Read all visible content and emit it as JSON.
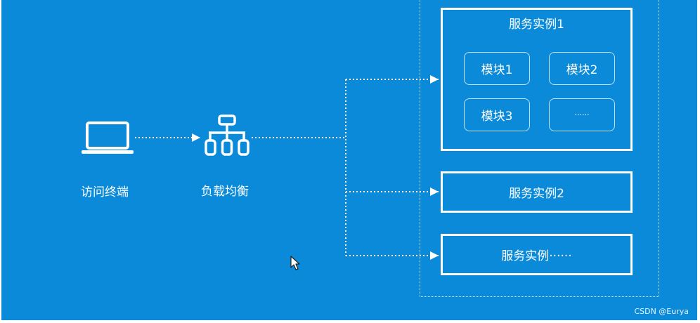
{
  "nodes": {
    "client": {
      "label": "访问终端",
      "icon": "laptop-icon"
    },
    "load_balancer": {
      "label": "负载均衡",
      "icon": "network-hierarchy-icon"
    }
  },
  "instances": [
    {
      "title": "服务实例1",
      "modules": [
        "模块1",
        "模块2",
        "模块3",
        "······"
      ]
    },
    {
      "title": "服务实例2"
    },
    {
      "title": "服务实例······"
    }
  ],
  "watermark": "CSDN @Eurya",
  "colors": {
    "background": "#0a8ad8",
    "foreground": "#ffffff"
  }
}
